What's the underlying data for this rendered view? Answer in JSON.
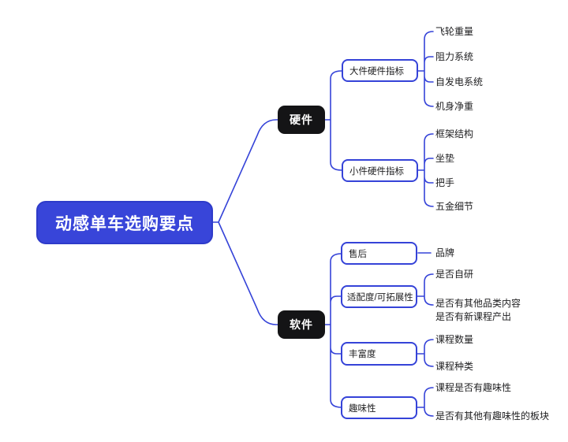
{
  "colors": {
    "accent_blue": "#3543D8",
    "root_fill": "#3845D9",
    "branch_fill": "#141416",
    "leaf_text": "#1d1d1f"
  },
  "mindmap": {
    "root": {
      "label": "动感单车选购要点"
    },
    "branches": [
      {
        "label": "硬件",
        "children": [
          {
            "label": "大件硬件指标",
            "leaves": [
              "飞轮重量",
              "阻力系统",
              "自发电系统",
              "机身净重"
            ]
          },
          {
            "label": "小件硬件指标",
            "leaves": [
              "框架结构",
              "坐垫",
              "把手",
              "五金细节"
            ]
          }
        ]
      },
      {
        "label": "软件",
        "children": [
          {
            "label": "售后",
            "leaves": [
              "品牌"
            ]
          },
          {
            "label": "适配度/可拓展性",
            "leaves": [
              "是否自研",
              "是否有其他品类内容",
              "是否有新课程产出"
            ]
          },
          {
            "label": "丰富度",
            "leaves": [
              "课程数量",
              "课程种类"
            ]
          },
          {
            "label": "趣味性",
            "leaves": [
              "课程是否有趣味性",
              "是否有其他有趣味性的板块"
            ]
          }
        ]
      }
    ]
  }
}
